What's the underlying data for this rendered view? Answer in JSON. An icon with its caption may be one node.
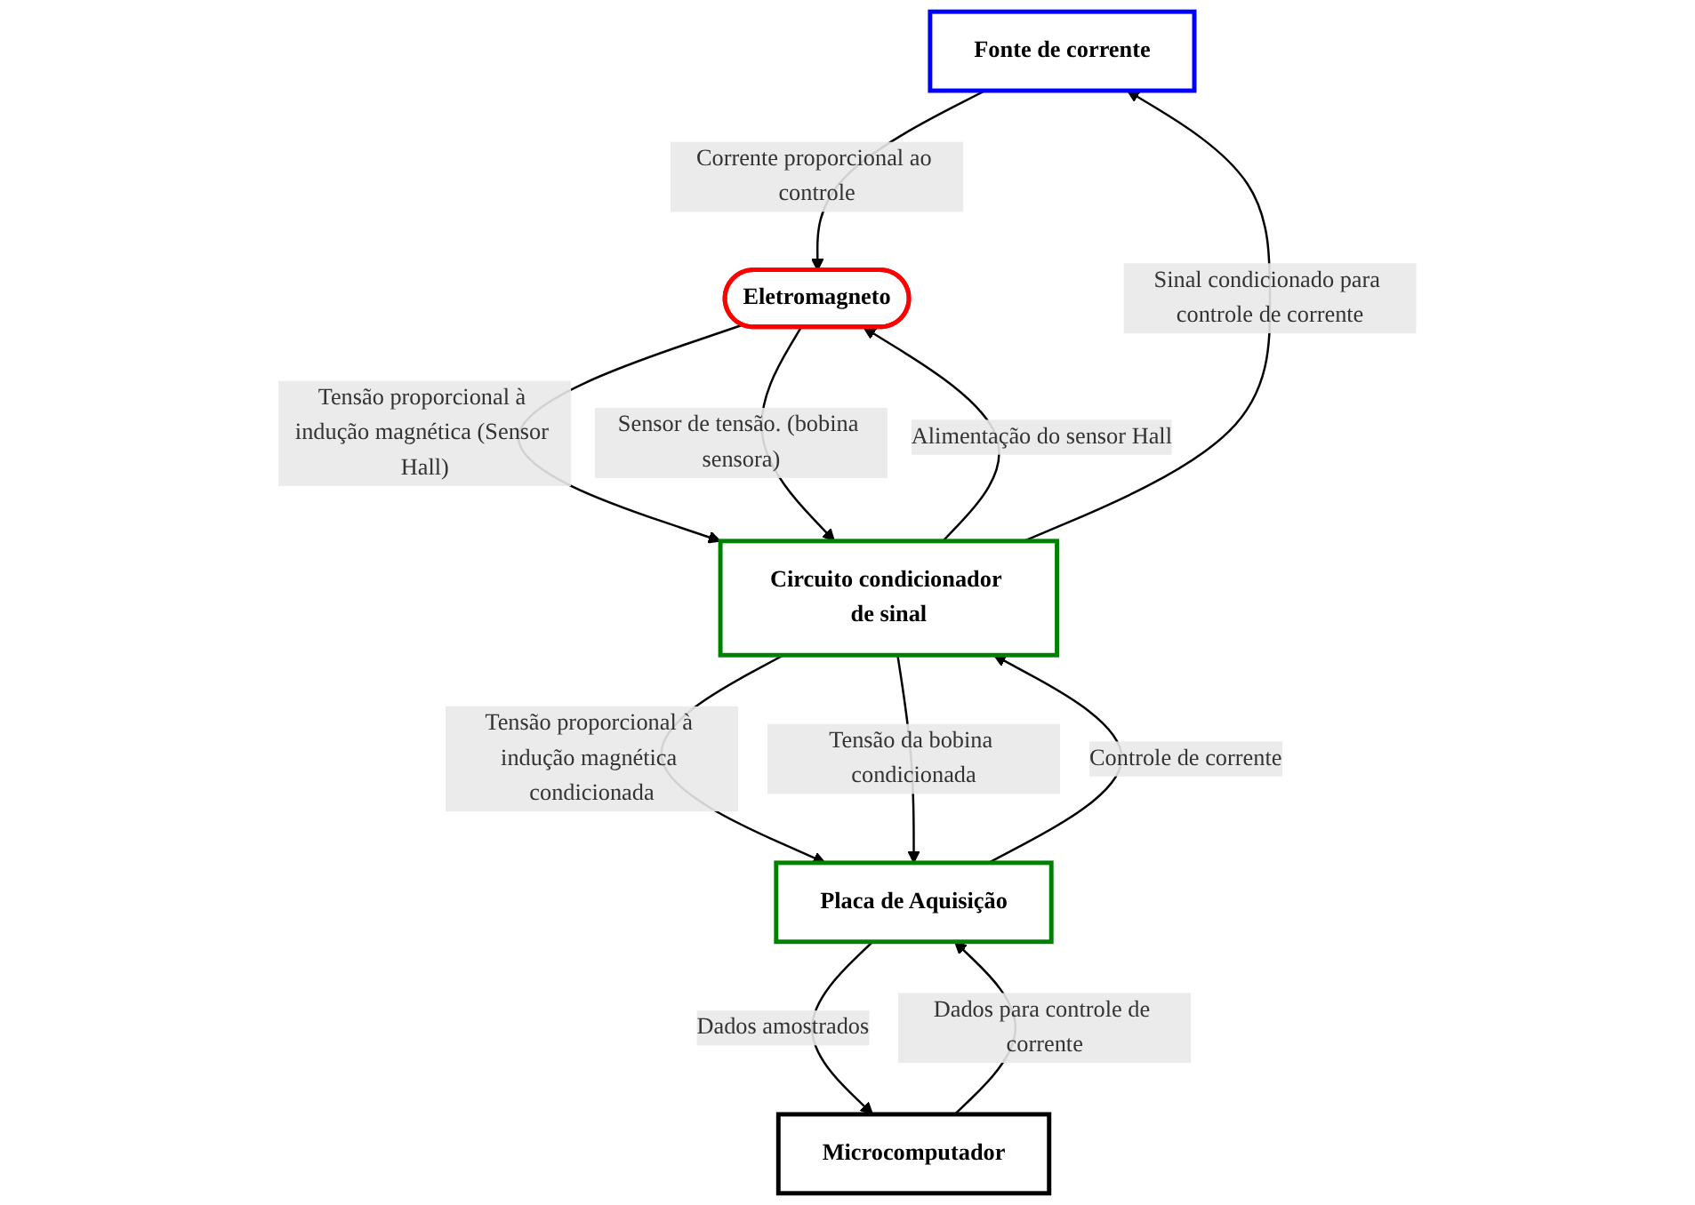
{
  "diagram": {
    "nodes": [
      {
        "text": [
          "Fonte de corrente"
        ]
      },
      {
        "text": [
          "Eletromagneto"
        ]
      },
      {
        "text": [
          "Circuito condicionador de sinal"
        ]
      },
      {
        "text": [
          "Placa de Aquisição"
        ]
      },
      {
        "text": [
          "Microcomputador"
        ]
      }
    ],
    "edges": [
      {
        "from": 0,
        "to": 1,
        "arrow": "to",
        "label": "Corrente proporcional ao controle"
      },
      {
        "from": 2,
        "to": 0,
        "arrow": "to",
        "label": "Sinal condicionado para controle de corrente"
      },
      {
        "from": 2,
        "to": 1,
        "arrow": "to",
        "label": "Alimentação do sensor Hall"
      },
      {
        "from": 1,
        "to": 2,
        "arrow": "to",
        "label": "Tensão proporcional à indução magnética (Sensor Hall)"
      },
      {
        "from": 1,
        "to": 2,
        "arrow": "to",
        "label": "Sensor de tensão. (bobina sensora)"
      },
      {
        "from": 2,
        "to": 3,
        "arrow": "to",
        "label": "Tensão proporcional à indução magnética condicionada"
      },
      {
        "from": 2,
        "to": 3,
        "arrow": "to",
        "label": "Tensão da bobina condicionada"
      },
      {
        "from": 3,
        "to": 2,
        "arrow": "to",
        "label": "Controle de corrente"
      },
      {
        "from": 3,
        "to": 4,
        "arrow": "to",
        "label": "Dados amostrados"
      },
      {
        "from": 4,
        "to": 3,
        "arrow": "to",
        "label": "Dados para controle de corrente"
      }
    ]
  }
}
